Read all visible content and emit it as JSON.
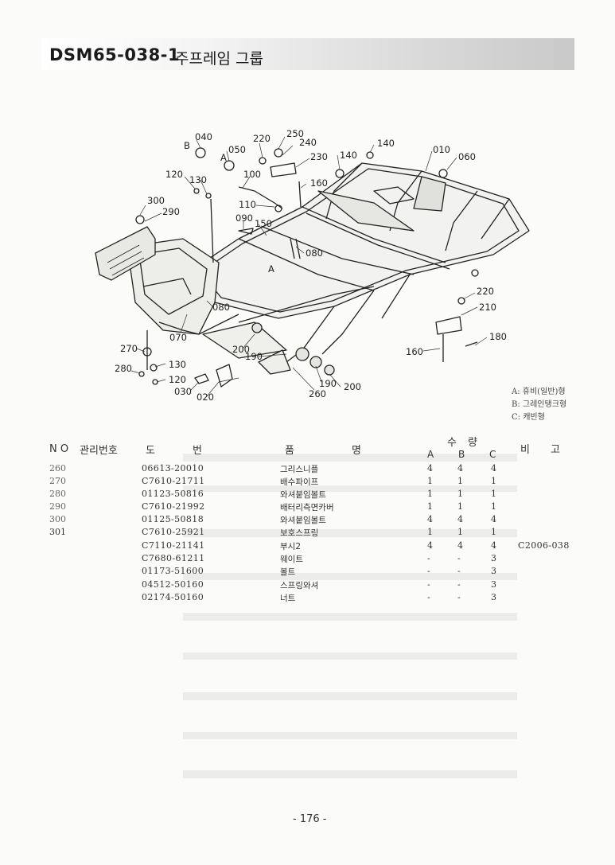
{
  "header": {
    "code": "DSM65-038-1",
    "name": "주프레임 그룹"
  },
  "callouts": [
    "040",
    "B",
    "050",
    "A",
    "220",
    "250",
    "240",
    "230",
    "140",
    "140",
    "010",
    "060",
    "120",
    "130",
    "100",
    "160",
    "300",
    "290",
    "110",
    "090",
    "150",
    "080",
    "A",
    "080",
    "070",
    "270",
    "130",
    "280",
    "120",
    "030",
    "020",
    "200",
    "190",
    "190",
    "200",
    "260",
    "220",
    "210",
    "180",
    "160"
  ],
  "legend": [
    "A: 휴비(일반)형",
    "B: 그레인탱크형",
    "C: 캐빈형"
  ],
  "table": {
    "headers": {
      "no": "N O",
      "mgmt": "관리번호",
      "do": "도",
      "beon": "번",
      "pum": "품",
      "myeong": "명",
      "su": "수",
      "ryang": "량",
      "a": "A",
      "b": "B",
      "c": "C",
      "bi": "비",
      "go": "고"
    },
    "rows": [
      {
        "no": "260",
        "part": "06613-20010",
        "name": "그리스니플",
        "a": "4",
        "b": "4",
        "c": "4",
        "note": ""
      },
      {
        "no": "270",
        "part": "C7610-21711",
        "name": "배수파이프",
        "a": "1",
        "b": "1",
        "c": "1",
        "note": ""
      },
      {
        "no": "280",
        "part": "01123-50816",
        "name": "와셔붙임볼트",
        "a": "1",
        "b": "1",
        "c": "1",
        "note": ""
      },
      {
        "no": "290",
        "part": "C7610-21992",
        "name": "배터리측면카버",
        "a": "1",
        "b": "1",
        "c": "1",
        "note": ""
      },
      {
        "no": "300",
        "part": "01125-50818",
        "name": "와셔붙임볼트",
        "a": "4",
        "b": "4",
        "c": "4",
        "note": ""
      },
      {
        "no": "301",
        "part": "C7610-25921",
        "name": "보호스프링",
        "a": "1",
        "b": "1",
        "c": "1",
        "note": ""
      },
      {
        "no": "",
        "part": "C7110-21141",
        "name": "부시2",
        "a": "4",
        "b": "4",
        "c": "4",
        "note": "C2006-038"
      },
      {
        "no": "",
        "part": "C7680-61211",
        "name": "웨이트",
        "a": "-",
        "b": "-",
        "c": "3",
        "note": ""
      },
      {
        "no": "",
        "part": "01173-51600",
        "name": "볼트",
        "a": "-",
        "b": "-",
        "c": "3",
        "note": ""
      },
      {
        "no": "",
        "part": "04512-50160",
        "name": "스프링와셔",
        "a": "-",
        "b": "-",
        "c": "3",
        "note": ""
      },
      {
        "no": "",
        "part": "02174-50160",
        "name": "너트",
        "a": "-",
        "b": "-",
        "c": "3",
        "note": ""
      }
    ]
  },
  "footer": {
    "page": "- 176 -"
  }
}
